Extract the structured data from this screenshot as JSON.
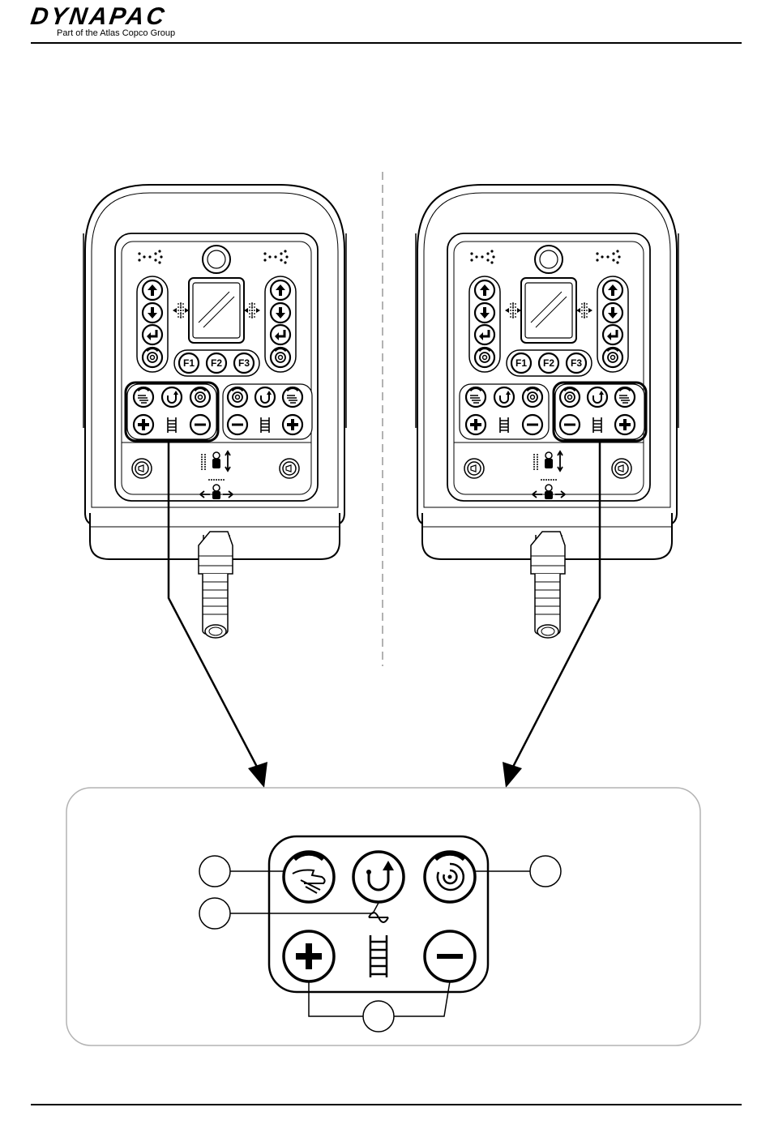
{
  "header": {
    "logo_text": "DYNAPAC",
    "logo_subtitle": "Part of the Atlas Copco Group"
  },
  "remote_left": {
    "function_keys": [
      "F1",
      "F2",
      "F3"
    ],
    "highlighted_group": "left"
  },
  "remote_right": {
    "function_keys": [
      "F1",
      "F2",
      "F3"
    ],
    "highlighted_group": "right"
  },
  "detail_panel": {
    "callouts": [
      "",
      "",
      "",
      ""
    ]
  },
  "colors": {
    "line": "#000000",
    "panel_border": "#b3b3b3",
    "dashed_divider": "#999999"
  }
}
